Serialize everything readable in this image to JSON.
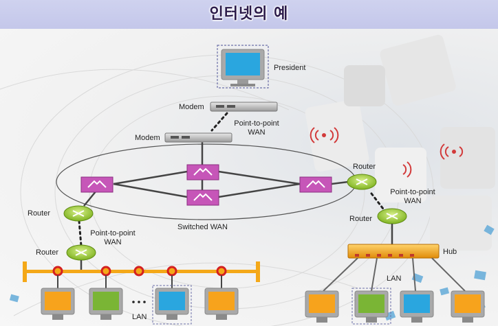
{
  "title": "인터넷의 예",
  "labels": {
    "president": "President",
    "modem_top": "Modem",
    "modem_bottom": "Modem",
    "ptp_top_line1": "Point-to-point",
    "ptp_top_line2": "WAN",
    "switched_wan": "Switched WAN",
    "router_left_top": "Router",
    "router_left_bottom": "Router",
    "ptp_left_line1": "Point-to-point",
    "ptp_left_line2": "WAN",
    "router_right_top": "Router",
    "router_right_bottom": "Router",
    "ptp_right_line1": "Point-to-point",
    "ptp_right_line2": "WAN",
    "hub": "Hub",
    "lan_left": "LAN",
    "lan_right": "LAN"
  },
  "colors": {
    "switch": "#c656b8",
    "router": "#9acd32",
    "hub": "#f4a818",
    "lan_bus": "#f4a818",
    "bus_tap": "#d42020",
    "monitor_blue": "#2aa6df",
    "monitor_orange": "#f7a31c",
    "monitor_green": "#7ab535",
    "wan_link": "#444444"
  },
  "icons": {
    "switch": "switch-icon",
    "router": "router-icon",
    "modem": "modem-icon",
    "hub": "hub-icon",
    "computer": "computer-icon"
  },
  "lan_left_computers": [
    "orange",
    "green",
    "blue",
    "orange"
  ],
  "lan_right_computers": [
    "orange",
    "green",
    "blue",
    "orange"
  ]
}
